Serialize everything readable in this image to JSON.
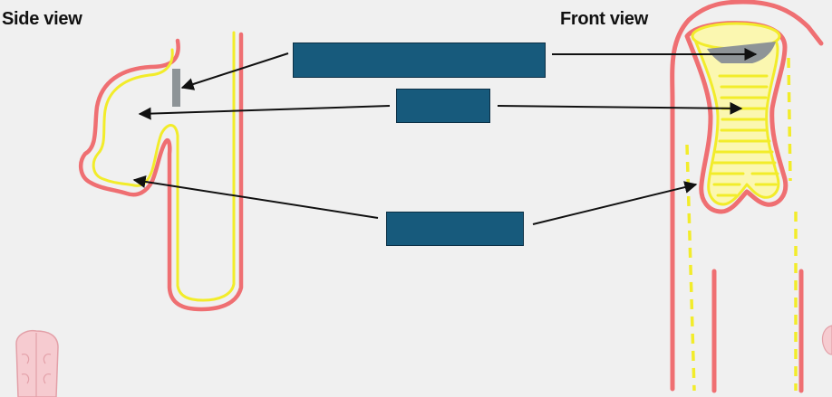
{
  "titles": {
    "side_view": "Side view",
    "front_view": "Front view"
  },
  "label_boxes": [
    {
      "id": "box-1",
      "text": ""
    },
    {
      "id": "box-2",
      "text": ""
    },
    {
      "id": "box-3",
      "text": ""
    }
  ],
  "colors": {
    "background": "#f0f0f0",
    "outer_outline": "#ef6f72",
    "inner_outline": "#f2ec2a",
    "inner_fill": "#fbf7b0",
    "shaded_region": "#8e9497",
    "label_box_fill": "#175a7c",
    "arrow": "#111111"
  }
}
